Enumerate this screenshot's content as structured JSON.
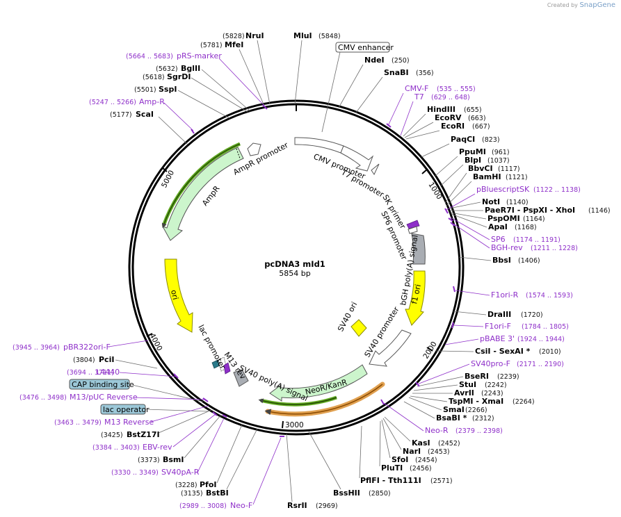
{
  "brand": {
    "created_by": "Created by",
    "name": "SnapGene"
  },
  "plasmid": {
    "name": "pcDNA3 mId1",
    "length": "5854 bp"
  },
  "colors": {
    "primer": "#8e2fc9",
    "ampr": "#ccf5cc",
    "ori": "#ffff00",
    "neo": "#ccf5cc",
    "neo_outline": "#e08a20",
    "poly_a": "#a9adb3",
    "arrow_green": "#5fa820",
    "feature_box": "#9cc8d8"
  },
  "ticks": [
    "1000",
    "2000",
    "3000",
    "4000",
    "5000"
  ],
  "features": {
    "cmv_enhancer": "CMV enhancer",
    "cmv_promoter": "CMV promoter",
    "t7_promoter": "T7 promoter",
    "sk_primer": "SK primer",
    "sp6_promoter": "SP6 promoter",
    "bgh_polya_signal": "bGH poly(A) signal",
    "f1_ori": "f1 ori",
    "sv40_promoter": "SV40 promoter",
    "sv40_ori": "SV40 ori",
    "neo_kanr": "NeoR/KanR",
    "sv40_polya_signal": "SV40 poly(A) signal",
    "m13_rev": "M13 rev",
    "lac_promoter": "lac promoter",
    "ori": "ori",
    "ampr": "AmpR",
    "ampr_promoter": "AmpR promoter",
    "cap_binding_site": "CAP binding site",
    "lac_operator": "lac operator"
  },
  "sites": [
    {
      "name": "NruI",
      "pos": "(5828)"
    },
    {
      "name": "MfeI",
      "pos": "(5781)"
    },
    {
      "name": "MluI",
      "pos": "(5848)"
    },
    {
      "name": "NdeI",
      "pos": "(250)"
    },
    {
      "name": "SnaBI",
      "pos": "(356)"
    },
    {
      "name": "BglII",
      "pos": "(5632)"
    },
    {
      "name": "SgrDI",
      "pos": "(5618)"
    },
    {
      "name": "SspI",
      "pos": "(5501)"
    },
    {
      "name": "ScaI",
      "pos": "(5177)"
    },
    {
      "name": "HindIII",
      "pos": "(655)"
    },
    {
      "name": "EcoRV",
      "pos": "(663)"
    },
    {
      "name": "EcoRI",
      "pos": "(667)"
    },
    {
      "name": "PaqCI",
      "pos": "(823)"
    },
    {
      "name": "PpuMI",
      "pos": "(961)"
    },
    {
      "name": "BlpI",
      "pos": "(1037)"
    },
    {
      "name": "BbvCI",
      "pos": "(1117)"
    },
    {
      "name": "BamHI",
      "pos": "(1121)"
    },
    {
      "name": "NotI",
      "pos": "(1140)"
    },
    {
      "name": "PaeR7I - PspXI - XhoI",
      "pos": "(1146)"
    },
    {
      "name": "PspOMI",
      "pos": "(1164)"
    },
    {
      "name": "ApaI",
      "pos": "(1168)"
    },
    {
      "name": "BbsI",
      "pos": "(1406)"
    },
    {
      "name": "DraIII",
      "pos": "(1720)"
    },
    {
      "name": "CsiI - SexAI *",
      "pos": "(2010)"
    },
    {
      "name": "BseRI",
      "pos": "(2239)"
    },
    {
      "name": "StuI",
      "pos": "(2242)"
    },
    {
      "name": "AvrII",
      "pos": "(2243)"
    },
    {
      "name": "TspMI - XmaI",
      "pos": "(2264)"
    },
    {
      "name": "SmaI",
      "pos": "(2266)"
    },
    {
      "name": "BsaBI *",
      "pos": "(2312)"
    },
    {
      "name": "KasI",
      "pos": "(2452)"
    },
    {
      "name": "NarI",
      "pos": "(2453)"
    },
    {
      "name": "SfoI",
      "pos": "(2454)"
    },
    {
      "name": "PluTI",
      "pos": "(2456)"
    },
    {
      "name": "PflFI - Tth111I",
      "pos": "(2571)"
    },
    {
      "name": "BssHII",
      "pos": "(2850)"
    },
    {
      "name": "RsrII",
      "pos": "(2969)"
    },
    {
      "name": "BstBI",
      "pos": "(3135)"
    },
    {
      "name": "PfoI",
      "pos": "(3228)"
    },
    {
      "name": "BsmI",
      "pos": "(3373)"
    },
    {
      "name": "BstZ17I",
      "pos": "(3425)"
    },
    {
      "name": "PciI",
      "pos": "(3804)"
    }
  ],
  "primers": [
    {
      "name": "pRS-marker",
      "pos": "(5664 .. 5683)"
    },
    {
      "name": "Amp-R",
      "pos": "(5247 .. 5266)"
    },
    {
      "name": "CMV-F",
      "pos": "(535 .. 555)"
    },
    {
      "name": "T7",
      "pos": "(629 .. 648)"
    },
    {
      "name": "pBluescriptSK",
      "pos": "(1122 .. 1138)"
    },
    {
      "name": "SP6",
      "pos": "(1174 .. 1191)"
    },
    {
      "name": "BGH-rev",
      "pos": "(1211 .. 1228)"
    },
    {
      "name": "F1ori-R",
      "pos": "(1574 .. 1593)"
    },
    {
      "name": "F1ori-F",
      "pos": "(1784 .. 1805)"
    },
    {
      "name": "pBABE 3'",
      "pos": "(1924 .. 1944)"
    },
    {
      "name": "SV40pro-F",
      "pos": "(2171 .. 2190)"
    },
    {
      "name": "Neo-R",
      "pos": "(2379 .. 2398)"
    },
    {
      "name": "Neo-F",
      "pos": "(2989 .. 3008)"
    },
    {
      "name": "SV40pA-R",
      "pos": "(3330 .. 3349)"
    },
    {
      "name": "EBV-rev",
      "pos": "(3384 .. 3403)"
    },
    {
      "name": "M13 Reverse",
      "pos": "(3463 .. 3479)"
    },
    {
      "name": "M13/pUC Reverse",
      "pos": "(3476 .. 3498)"
    },
    {
      "name": "L4440",
      "pos": "(3694 .. 3711)"
    },
    {
      "name": "pBR322ori-F",
      "pos": "(3945 .. 3964)"
    }
  ]
}
